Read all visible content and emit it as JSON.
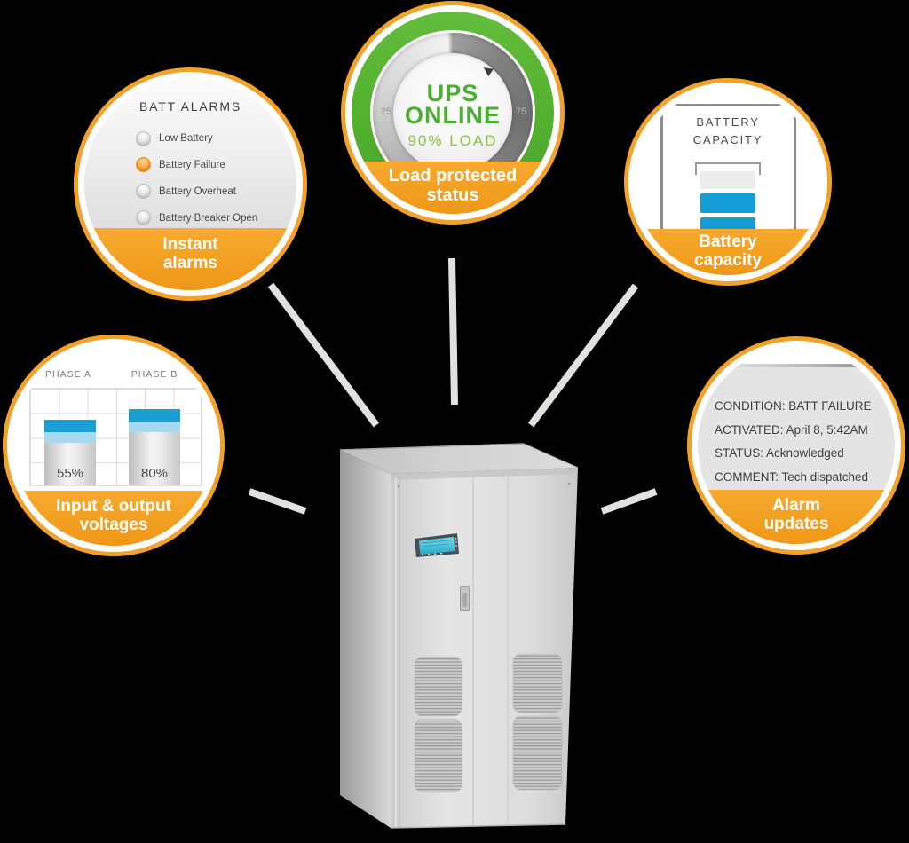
{
  "colors": {
    "accent_orange": "#F2A12A",
    "green": "#55B232",
    "green_light": "#8CC540",
    "blue": "#199ED6",
    "blue_light": "#A6D8EE",
    "connector_gray": "#EBEBE7"
  },
  "callouts": {
    "instant_alarms": {
      "title": "BATT ALARMS",
      "items": [
        {
          "label": "Low Battery",
          "active": false
        },
        {
          "label": "Battery Failure",
          "active": true
        },
        {
          "label": "Battery Overheat",
          "active": false
        },
        {
          "label": "Battery Breaker Open",
          "active": false
        }
      ],
      "banner": "Instant\nalarms"
    },
    "load_protected": {
      "status_line1": "UPS",
      "status_line2": "ONLINE",
      "load_line": "90% LOAD",
      "tick_left": "25",
      "tick_right": "75",
      "banner": "Load protected\nstatus"
    },
    "battery_capacity": {
      "title": "BATTERY\nCAPACITY",
      "banner": "Battery\ncapacity"
    },
    "input_output": {
      "phases": [
        {
          "label": "PHASE A",
          "value": "55%"
        },
        {
          "label": "PHASE B",
          "value": "80%"
        }
      ],
      "banner": "Input & output\nvoltages"
    },
    "alarm_updates": {
      "lines": [
        "CONDITION: BATT FAILURE",
        "ACTIVATED: April 8, 5:42AM",
        "STATUS: Acknowledged",
        "COMMENT: Tech dispatched"
      ],
      "banner": "Alarm\nupdates"
    }
  },
  "chart_data": {
    "type": "bar",
    "title": "Input & output voltages",
    "categories": [
      "PHASE A",
      "PHASE B"
    ],
    "values": [
      55,
      80
    ],
    "unit": "%",
    "ylim": [
      0,
      100
    ],
    "grid": true
  }
}
